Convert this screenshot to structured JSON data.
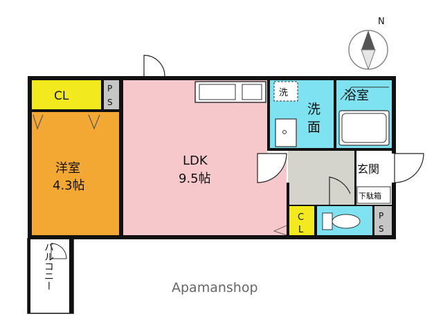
{
  "rooms": {
    "closet_main": "CL",
    "ps_top": "P",
    "ps_top2": "S",
    "western_name": "洋室",
    "western_size": "4.3帖",
    "ldk_name": "LDK",
    "ldk_size": "9.5帖",
    "washer": "洗",
    "washroom_1": "洗",
    "washroom_2": "面",
    "bath": "浴室",
    "entrance": "玄関",
    "shoe_box": "下駄箱",
    "closet_small_1": "C",
    "closet_small_2": "L",
    "ps_bottom": "P",
    "ps_bottom2": "S",
    "balcony": "バルコニー"
  },
  "compass": {
    "north": "N"
  },
  "watermark": "Apamanshop",
  "colors": {
    "wall": "#111111",
    "closet_yellow": "#f2ea1e",
    "western_orange": "#f3a833",
    "ldk_pink": "#f6c8cc",
    "wet_cyan": "#7fe2f0",
    "entrance_gray": "#d4d4cc",
    "ps_gray": "#c6c6c6"
  }
}
